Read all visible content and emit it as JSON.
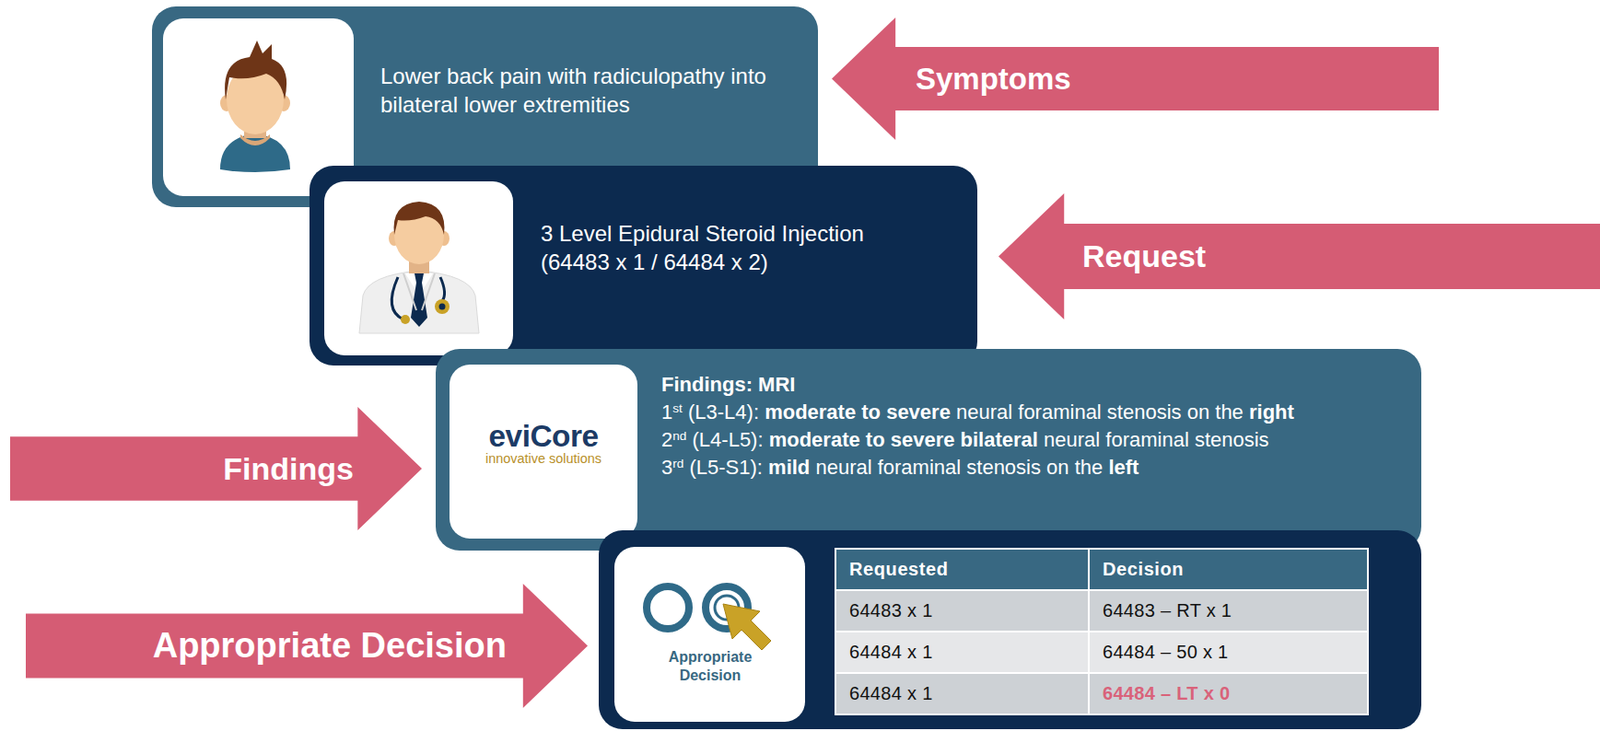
{
  "diagram": {
    "nodes": [
      {
        "text": [
          "Lower back pain with radiculopathy into bilateral lower extremities"
        ]
      },
      {
        "text": [
          "Symptoms"
        ]
      },
      {
        "text": [
          "3 Level Epidural Steroid Injection (64483 x 1 / 64484 x 2)"
        ]
      },
      {
        "text": [
          "Request"
        ]
      },
      {
        "text": [
          "Findings"
        ]
      },
      {
        "text": [
          "Findings: MRI",
          "1st (L3-L4): moderate to severe neural foraminal stenosis on the right",
          "2nd (L4-L5): moderate to severe bilateral neural foraminal stenosis",
          "3rd (L5-S1): mild neural foraminal stenosis on the left"
        ]
      },
      {
        "text": [
          "eviCore",
          "innovative solutions"
        ],
        "in": 5
      },
      {
        "text": [
          "Appropriate Decision"
        ]
      },
      {
        "text": []
      },
      {
        "text": [
          "Appropriate Decision"
        ],
        "in": 8
      }
    ],
    "labels": [
      "Requested",
      "Decision",
      "64483 x 1",
      "64483 – RT x 1",
      "64484 x 1",
      "64484 – 50 x 1",
      "64484 x 1",
      "64484 – LT x 0"
    ]
  }
}
